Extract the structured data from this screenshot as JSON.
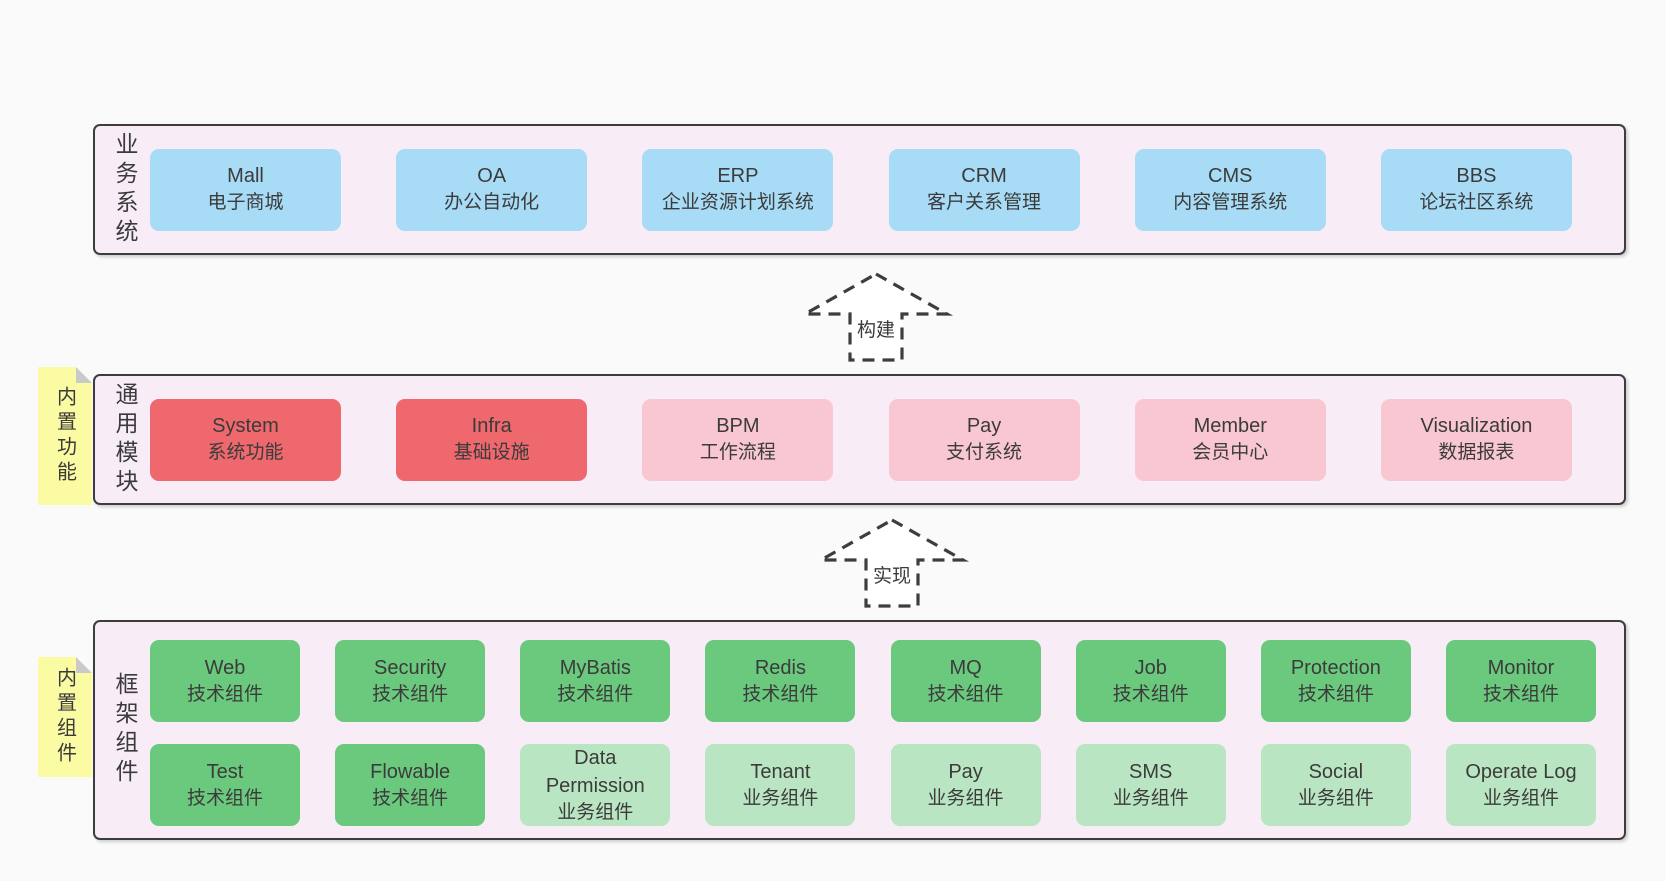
{
  "colors": {
    "page_bg": "#fafafa",
    "band_bg": "#f8edf7",
    "band_border": "#3d3d3d",
    "text": "#3b3b3b",
    "sticky_bg": "#fbfba3",
    "sticky_fold": "#c9c9c9",
    "arrow_stroke": "#3d3d3d",
    "blue": "#a8dcf6",
    "red": "#ee686e",
    "pink": "#f9c7d2",
    "green": "#6bc97e",
    "green_light": "#bae5c3"
  },
  "bands": [
    {
      "label": "业务系统",
      "rows": [
        [
          {
            "title": "Mall",
            "subtitle": "电子商城",
            "color": "blue"
          },
          {
            "title": "OA",
            "subtitle": "办公自动化",
            "color": "blue"
          },
          {
            "title": "ERP",
            "subtitle": "企业资源计划系统",
            "color": "blue"
          },
          {
            "title": "CRM",
            "subtitle": "客户关系管理",
            "color": "blue"
          },
          {
            "title": "CMS",
            "subtitle": "内容管理系统",
            "color": "blue"
          },
          {
            "title": "BBS",
            "subtitle": "论坛社区系统",
            "color": "blue"
          }
        ]
      ]
    },
    {
      "label": "通用模块",
      "sticky": "内置功能",
      "rows": [
        [
          {
            "title": "System",
            "subtitle": "系统功能",
            "color": "red"
          },
          {
            "title": "Infra",
            "subtitle": "基础设施",
            "color": "red"
          },
          {
            "title": "BPM",
            "subtitle": "工作流程",
            "color": "pink"
          },
          {
            "title": "Pay",
            "subtitle": "支付系统",
            "color": "pink"
          },
          {
            "title": "Member",
            "subtitle": "会员中心",
            "color": "pink"
          },
          {
            "title": "Visualization",
            "subtitle": "数据报表",
            "color": "pink"
          }
        ]
      ]
    },
    {
      "label": "框架组件",
      "sticky": "内置组件",
      "rows": [
        [
          {
            "title": "Web",
            "subtitle": "技术组件",
            "color": "green"
          },
          {
            "title": "Security",
            "subtitle": "技术组件",
            "color": "green"
          },
          {
            "title": "MyBatis",
            "subtitle": "技术组件",
            "color": "green"
          },
          {
            "title": "Redis",
            "subtitle": "技术组件",
            "color": "green"
          },
          {
            "title": "MQ",
            "subtitle": "技术组件",
            "color": "green"
          },
          {
            "title": "Job",
            "subtitle": "技术组件",
            "color": "green"
          },
          {
            "title": "Protection",
            "subtitle": "技术组件",
            "color": "green"
          },
          {
            "title": "Monitor",
            "subtitle": "技术组件",
            "color": "green"
          }
        ],
        [
          {
            "title": "Test",
            "subtitle": "技术组件",
            "color": "green"
          },
          {
            "title": "Flowable",
            "subtitle": "技术组件",
            "color": "green"
          },
          {
            "title": "Data Permission",
            "subtitle": "业务组件",
            "color": "green_light"
          },
          {
            "title": "Tenant",
            "subtitle": "业务组件",
            "color": "green_light"
          },
          {
            "title": "Pay",
            "subtitle": "业务组件",
            "color": "green_light"
          },
          {
            "title": "SMS",
            "subtitle": "业务组件",
            "color": "green_light"
          },
          {
            "title": "Social",
            "subtitle": "业务组件",
            "color": "green_light"
          },
          {
            "title": "Operate Log",
            "subtitle": "业务组件",
            "color": "green_light"
          }
        ]
      ]
    }
  ],
  "arrows": [
    {
      "label": "构建"
    },
    {
      "label": "实现"
    }
  ]
}
